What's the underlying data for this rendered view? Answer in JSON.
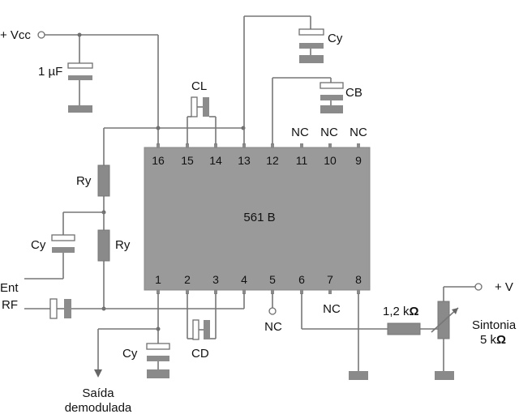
{
  "ic": {
    "name": "561 B"
  },
  "pins_top": [
    "16",
    "15",
    "14",
    "13",
    "12",
    "11",
    "10",
    "9"
  ],
  "pins_bottom": [
    "1",
    "2",
    "3",
    "4",
    "5",
    "6",
    "7",
    "8"
  ],
  "labels": {
    "vcc": "+ Vcc",
    "c_1uf": "1 µF",
    "cl": "CL",
    "cy_top": "Cy",
    "cb": "CB",
    "nc11": "NC",
    "nc10": "NC",
    "nc9": "NC",
    "ry_top": "Ry",
    "ry_mid": "Ry",
    "cy_left": "Cy",
    "ent": "Ent",
    "rf": "RF",
    "nc5": "NC",
    "nc7": "NC",
    "cy_bottom": "Cy",
    "cd": "CD",
    "saida_1": "Saída",
    "saida_2": "demodulada",
    "r_1k2_value": "1,2 k",
    "r_1k2_unit": "Ω",
    "plus_v": "+ V",
    "sintonia": "Sintonia",
    "pot_value": "5 k",
    "pot_unit": "Ω"
  }
}
